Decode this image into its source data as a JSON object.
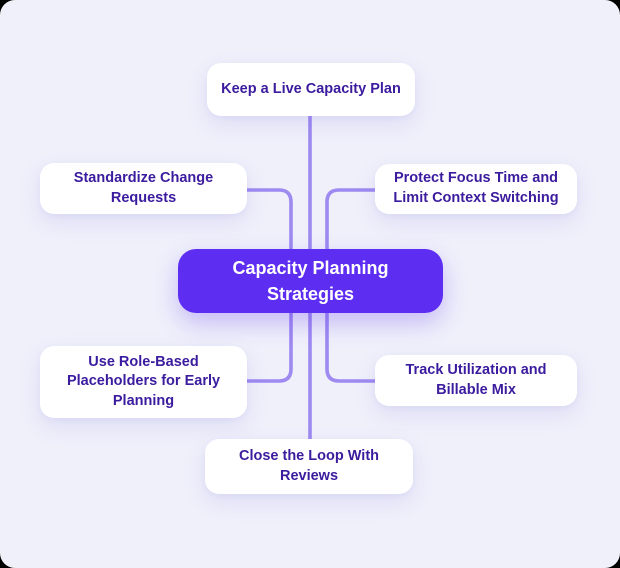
{
  "diagram": {
    "title": "Capacity Planning Strategies",
    "center_node": {
      "label": "Capacity Planning Strategies"
    },
    "nodes": [
      {
        "id": "keep-live-capacity-plan",
        "position": "top",
        "label": "Keep a Live Capacity Plan"
      },
      {
        "id": "standardize-change-requests",
        "position": "upper-left",
        "label": "Standardize Change Requests"
      },
      {
        "id": "protect-focus-time",
        "position": "upper-right",
        "label": "Protect Focus Time and Limit Context Switching"
      },
      {
        "id": "role-based-placeholders",
        "position": "lower-left",
        "label": "Use Role-Based Placeholders for Early Planning"
      },
      {
        "id": "track-utilization",
        "position": "lower-right",
        "label": "Track Utilization and Billable Mix"
      },
      {
        "id": "close-loop-reviews",
        "position": "bottom",
        "label": "Close the Loop With Reviews"
      }
    ],
    "edges": [
      {
        "from": "center",
        "to": "keep-live-capacity-plan"
      },
      {
        "from": "center",
        "to": "standardize-change-requests"
      },
      {
        "from": "center",
        "to": "protect-focus-time"
      },
      {
        "from": "center",
        "to": "role-based-placeholders"
      },
      {
        "from": "center",
        "to": "track-utilization"
      },
      {
        "from": "center",
        "to": "close-loop-reviews"
      }
    ]
  },
  "colors": {
    "bg": "#eff0fa",
    "accent": "#5e2df2",
    "line": "#9e8af0",
    "node-bg": "#ffffff",
    "node-text": "#3b1b9e"
  }
}
